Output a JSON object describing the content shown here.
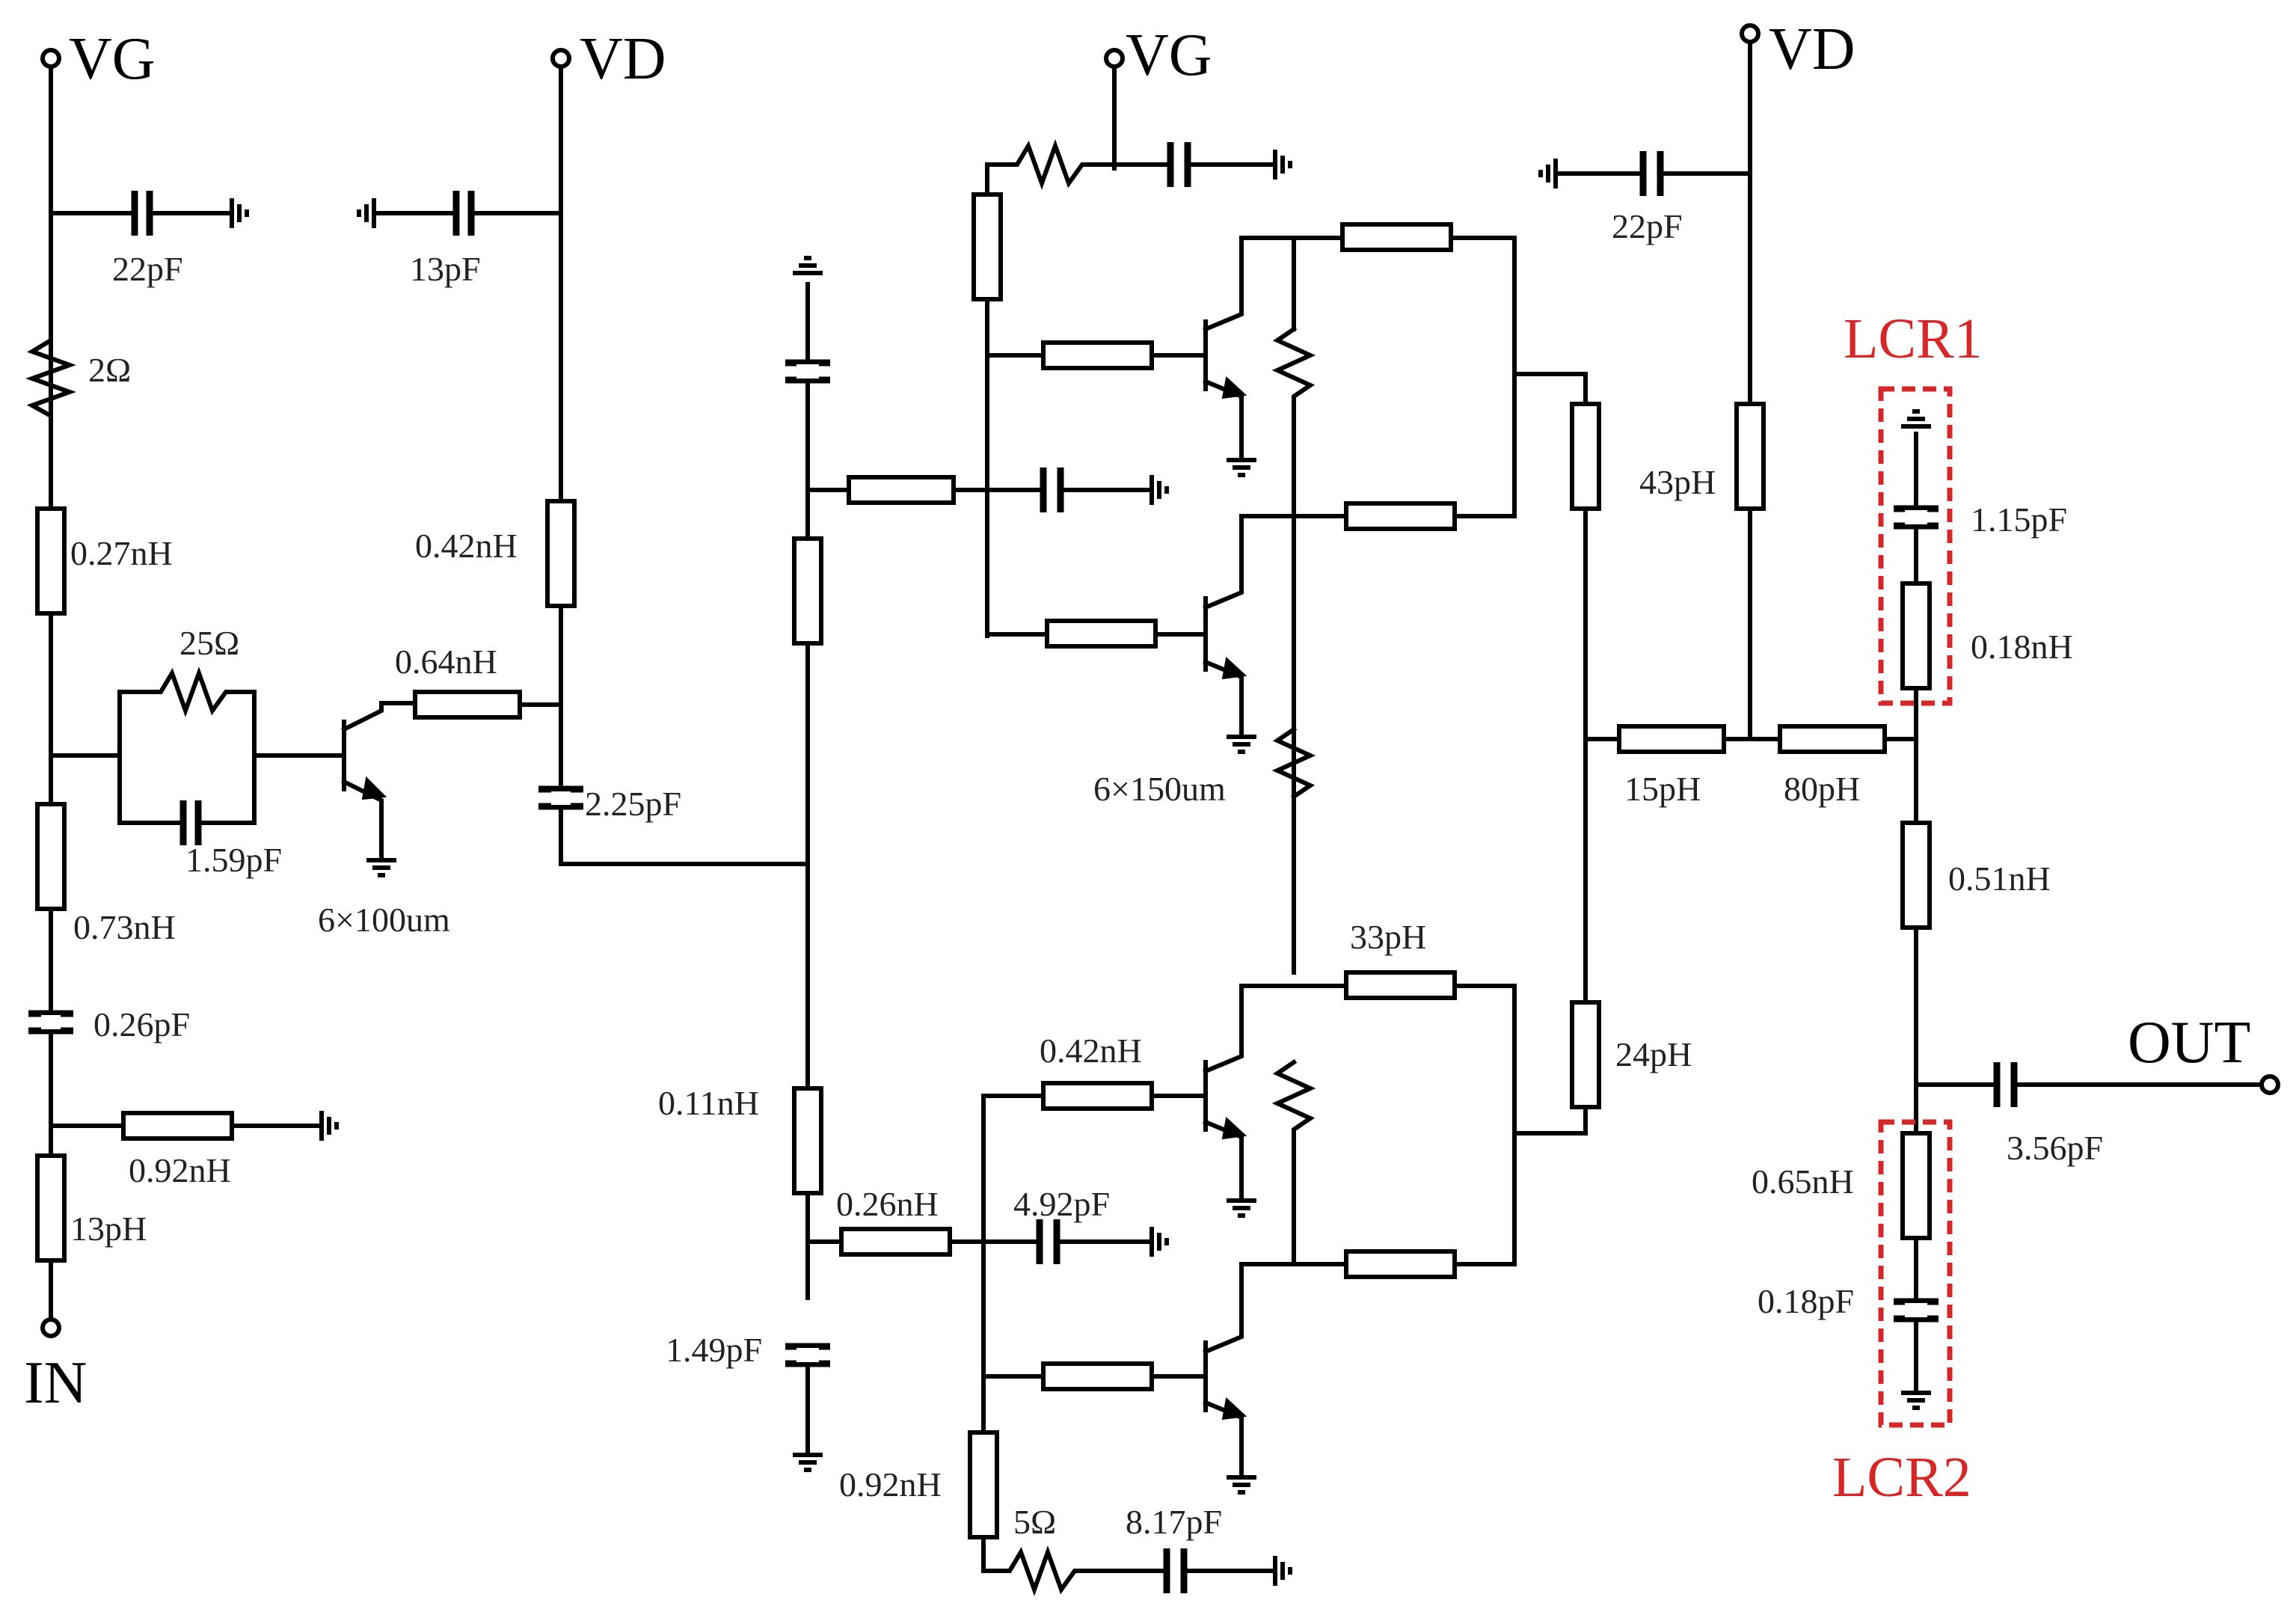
{
  "nodes": {
    "vg_left": "VG",
    "vd_left": "VD",
    "vg_mid": "VG",
    "vd_right": "VD",
    "in": "IN",
    "out": "OUT"
  },
  "labels": {
    "c_22pf_left": "22pF",
    "c_13pf_top": "13pF",
    "r_2ohm": "2Ω",
    "l_027": "0.27nH",
    "l_042_top": "0.42nH",
    "r_25ohm": "25Ω",
    "l_064": "0.64nH",
    "c_159": "1.59pF",
    "c_225": "2.25pF",
    "l_073": "0.73nH",
    "t_6x100": "6×100um",
    "c_026": "0.26pF",
    "l_092_left": "0.92nH",
    "l_13ph": "13pH",
    "t_6x150": "6×150um",
    "l_033ph": "33pH",
    "l_042_mid": "0.42nH",
    "l_011": "0.11nH",
    "l_026": "0.26nH",
    "c_492": "4.92pF",
    "c_149": "1.49pF",
    "l_092_bot": "0.92nH",
    "r_5ohm": "5Ω",
    "c_817": "8.17pF",
    "c_22pf_right": "22pF",
    "l_43ph": "43pH",
    "l_15ph": "15pH",
    "l_80ph": "80pH",
    "l_24ph": "24pH",
    "c_115": "1.15pF",
    "l_018": "0.18nH",
    "l_051": "0.51nH",
    "c_356": "3.56pF",
    "l_065": "0.65nH",
    "c_018": "0.18pF",
    "lcr1": "LCR1",
    "lcr2": "LCR2"
  },
  "colors": {
    "wire": "#000000",
    "highlight": "#d62728",
    "background": "#ffffff"
  }
}
